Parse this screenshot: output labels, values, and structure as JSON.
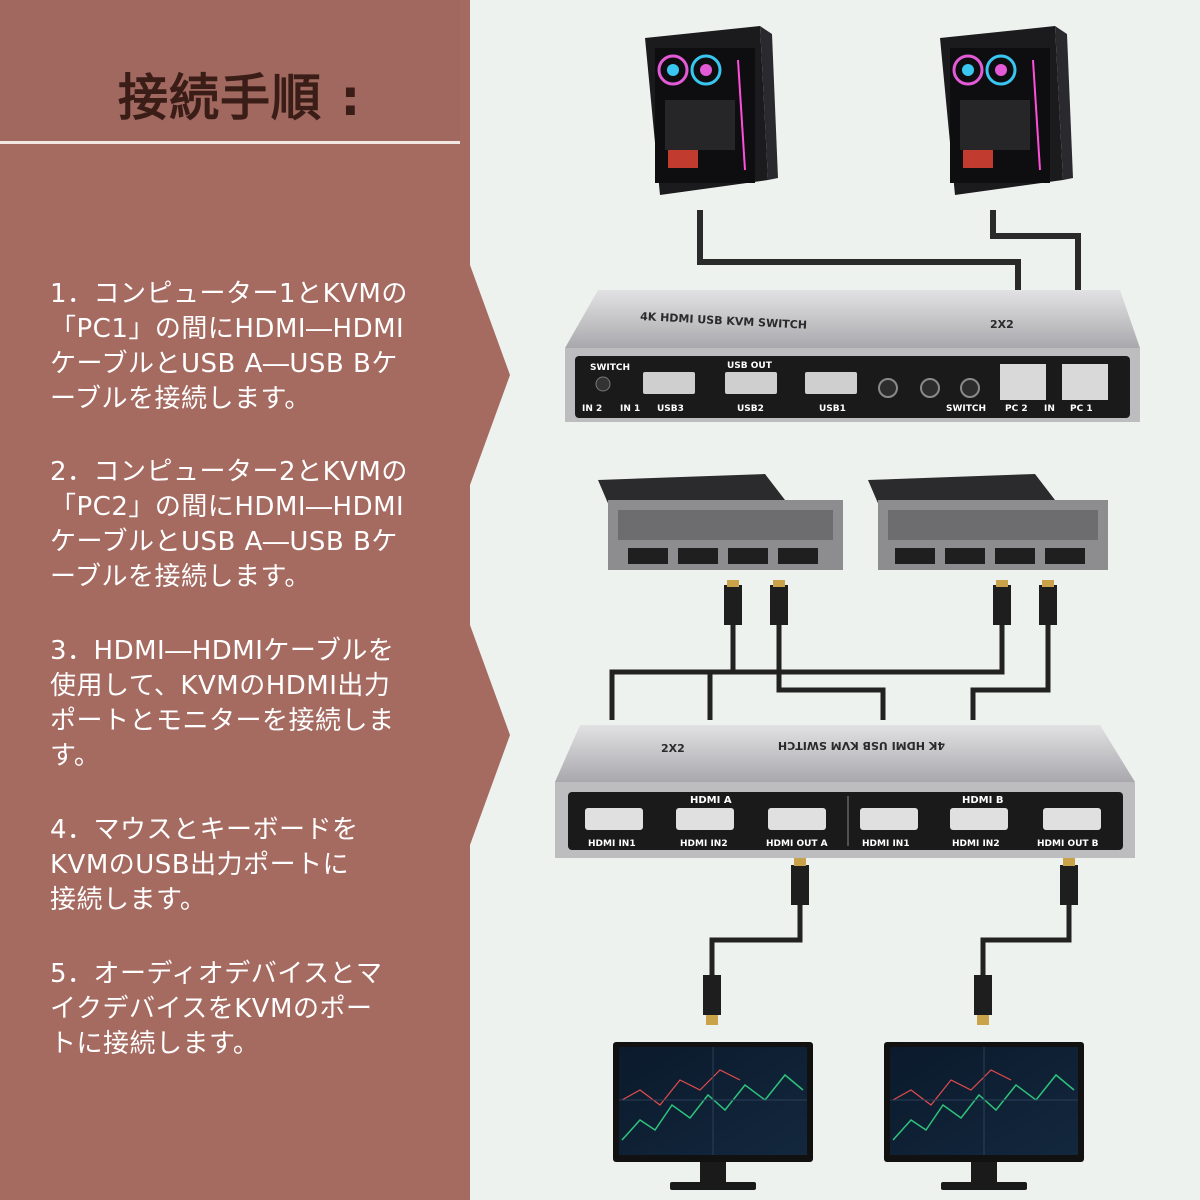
{
  "title": "接続手順 :",
  "steps": [
    "1．コンピューター1とKVMの\n「PC1」の間にHDMI―HDMI\nケーブルとUSB A―USB Bケ\nーブルを接続します。",
    "2．コンピューター2とKVMの\n「PC2」の間にHDMI―HDMI\nケーブルとUSB A―USB Bケ\nーブルを接続します。",
    "3．HDMI―HDMIケーブルを\n使用して、KVMのHDMI出力\nポートとモニターを接続しま\nす。",
    "4．マウスとキーボードを\nKVMのUSB出力ポートに\n接続します。",
    "5．オーディオデバイスとマ\nイクデバイスをKVMのポー\nトに接続します。"
  ],
  "usb_switch": {
    "top_label": "4K HDMI USB KVM SWITCH",
    "badge": "2X2",
    "switch_label": "SWITCH",
    "in2": "IN 2",
    "in1": "IN 1",
    "usb_out": "USB OUT",
    "usb3": "USB3",
    "usb2": "USB2",
    "usb1": "USB1",
    "switch_port": "SWITCH",
    "pc2": "PC 2",
    "in": "IN",
    "pc1": "PC 1"
  },
  "hdmi_switch": {
    "top_label": "4K HDMI USB KVM SWITCH",
    "badge": "2X2",
    "group_a": "HDMI A",
    "group_b": "HDMI B",
    "ports": [
      "HDMI IN1",
      "HDMI IN2",
      "HDMI OUT A",
      "HDMI IN1",
      "HDMI IN2",
      "HDMI OUT B"
    ]
  },
  "colors": {
    "left_panel": "#a56a60",
    "title_text": "#3b1d18",
    "background": "#eef2ee",
    "device_silver": "#c9c9cb",
    "device_face": "#1a1a1a"
  }
}
